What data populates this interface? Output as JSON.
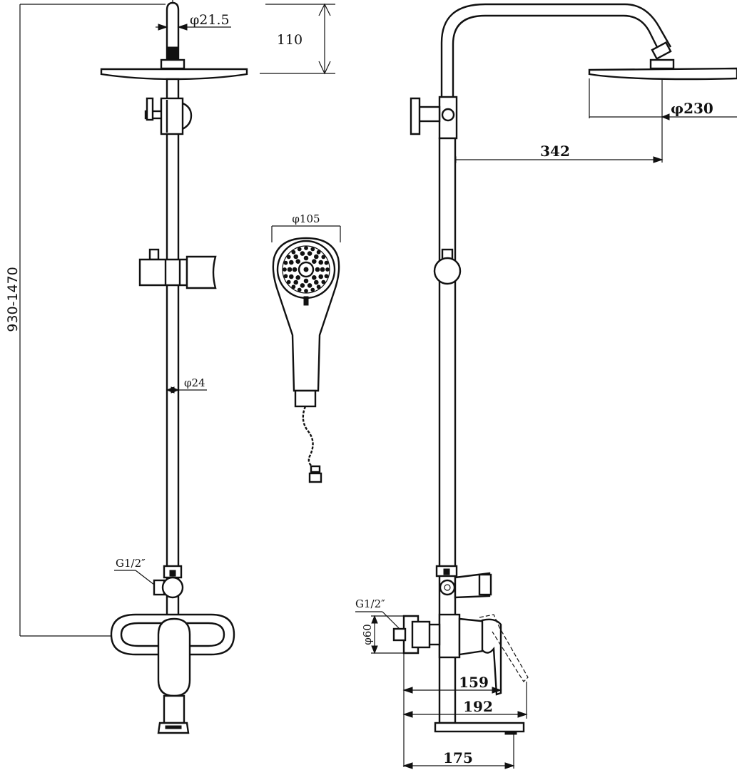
{
  "dimensions": {
    "pipe_outlet_diameter": "φ21.5",
    "arm_drop": "110",
    "overall_height": "930-1470",
    "riser_diameter": "φ24",
    "hand_shower_diameter": "φ105",
    "inlet_thread_front": "G1/2″",
    "inlet_thread_side": "G1/2″",
    "head_diameter": "φ230",
    "arm_reach": "342",
    "inlet_flange_diameter": "φ60",
    "mixer_depth": "159",
    "handle_depth": "192",
    "base_depth": "175"
  },
  "colors": {
    "line": "#111111",
    "background": "#ffffff"
  }
}
